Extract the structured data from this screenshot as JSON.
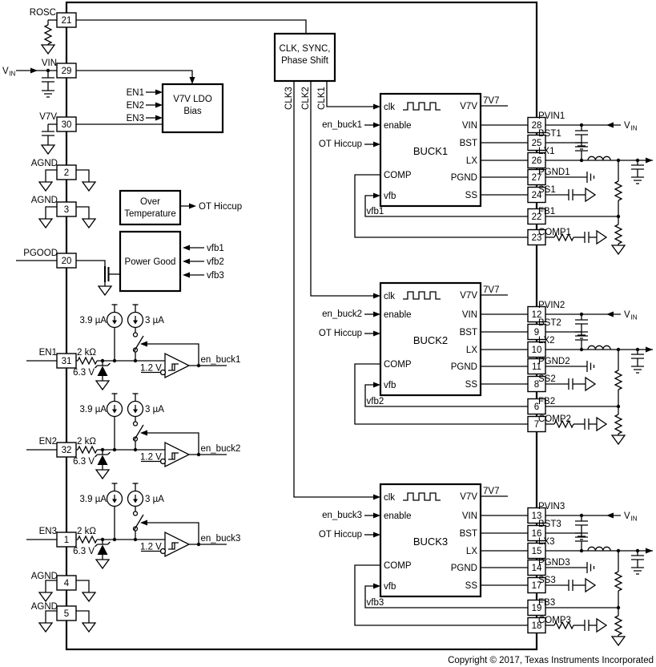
{
  "copyright": "Copyright © 2017, Texas Instruments Incorporated",
  "vin_ext": {
    "main": "V",
    "sub": "IN"
  },
  "port_labels": {
    "clk": "clk",
    "enable": "enable",
    "comp": "COMP",
    "vfb": "vfb",
    "rail": "7V7",
    "right": [
      "V7V",
      "VIN",
      "BST",
      "LX",
      "PGND",
      "SS"
    ]
  },
  "clk_block": {
    "line1": "CLK, SYNC,",
    "line2": "Phase Shift",
    "outputs": [
      "CLK3",
      "CLK2",
      "CLK1"
    ]
  },
  "ldo_block": {
    "line1": "V7V LDO",
    "line2": "Bias",
    "inputs": [
      "EN1",
      "EN2",
      "EN3"
    ]
  },
  "ot_block": {
    "line1": "Over",
    "line2": "Temperature",
    "output": "OT Hiccup"
  },
  "pg_block": {
    "label": "Power Good",
    "inputs": [
      "vfb1",
      "vfb2",
      "vfb3"
    ]
  },
  "left_pins": {
    "rosc": {
      "num": "21",
      "label": "ROSC"
    },
    "vin": {
      "num": "29",
      "label": "VIN"
    },
    "v7v": {
      "num": "30",
      "label": "V7V"
    },
    "agnd2": {
      "num": "2",
      "label": "AGND"
    },
    "agnd3": {
      "num": "3",
      "label": "AGND"
    },
    "pgood": {
      "num": "20",
      "label": "PGOOD"
    },
    "agnd4": {
      "num": "4",
      "label": "AGND"
    },
    "agnd5": {
      "num": "5",
      "label": "AGND"
    }
  },
  "en_channels": [
    {
      "num": "31",
      "label": "EN1",
      "res": "2 kΩ",
      "zener": "6.3 V",
      "i_pullup": "3.9 µA",
      "i_hyst": "3 µA",
      "vref": "1.2 V",
      "out": "en_buck1"
    },
    {
      "num": "32",
      "label": "EN2",
      "res": "2 kΩ",
      "zener": "6.3 V",
      "i_pullup": "3.9 µA",
      "i_hyst": "3 µA",
      "vref": "1.2 V",
      "out": "en_buck2"
    },
    {
      "num": "1",
      "label": "EN3",
      "res": "2 kΩ",
      "zener": "6.3 V",
      "i_pullup": "3.9 µA",
      "i_hyst": "3 µA",
      "vref": "1.2 V",
      "out": "en_buck3"
    }
  ],
  "bucks": [
    {
      "name": "BUCK1",
      "enable_net": "en_buck1",
      "vfb_net": "vfb1",
      "pins": [
        {
          "num": "28",
          "label": "PVIN1"
        },
        {
          "num": "25",
          "label": "BST1"
        },
        {
          "num": "26",
          "label": "LX1"
        },
        {
          "num": "27",
          "label": "PGND1"
        },
        {
          "num": "24",
          "label": "SS1"
        },
        {
          "num": "22",
          "label": "FB1"
        },
        {
          "num": "23",
          "label": "COMP1"
        }
      ]
    },
    {
      "name": "BUCK2",
      "enable_net": "en_buck2",
      "vfb_net": "vfb2",
      "pins": [
        {
          "num": "12",
          "label": "PVIN2"
        },
        {
          "num": "9",
          "label": "BST2"
        },
        {
          "num": "10",
          "label": "LX2"
        },
        {
          "num": "11",
          "label": "PGND2"
        },
        {
          "num": "8",
          "label": "SS2"
        },
        {
          "num": "6",
          "label": "FB2"
        },
        {
          "num": "7",
          "label": "COMP2"
        }
      ]
    },
    {
      "name": "BUCK3",
      "enable_net": "en_buck3",
      "vfb_net": "vfb3",
      "pins": [
        {
          "num": "13",
          "label": "PVIN3"
        },
        {
          "num": "16",
          "label": "BST3"
        },
        {
          "num": "15",
          "label": "LX3"
        },
        {
          "num": "14",
          "label": "PGND3"
        },
        {
          "num": "17",
          "label": "SS3"
        },
        {
          "num": "19",
          "label": "FB3"
        },
        {
          "num": "18",
          "label": "COMP3"
        }
      ]
    }
  ]
}
